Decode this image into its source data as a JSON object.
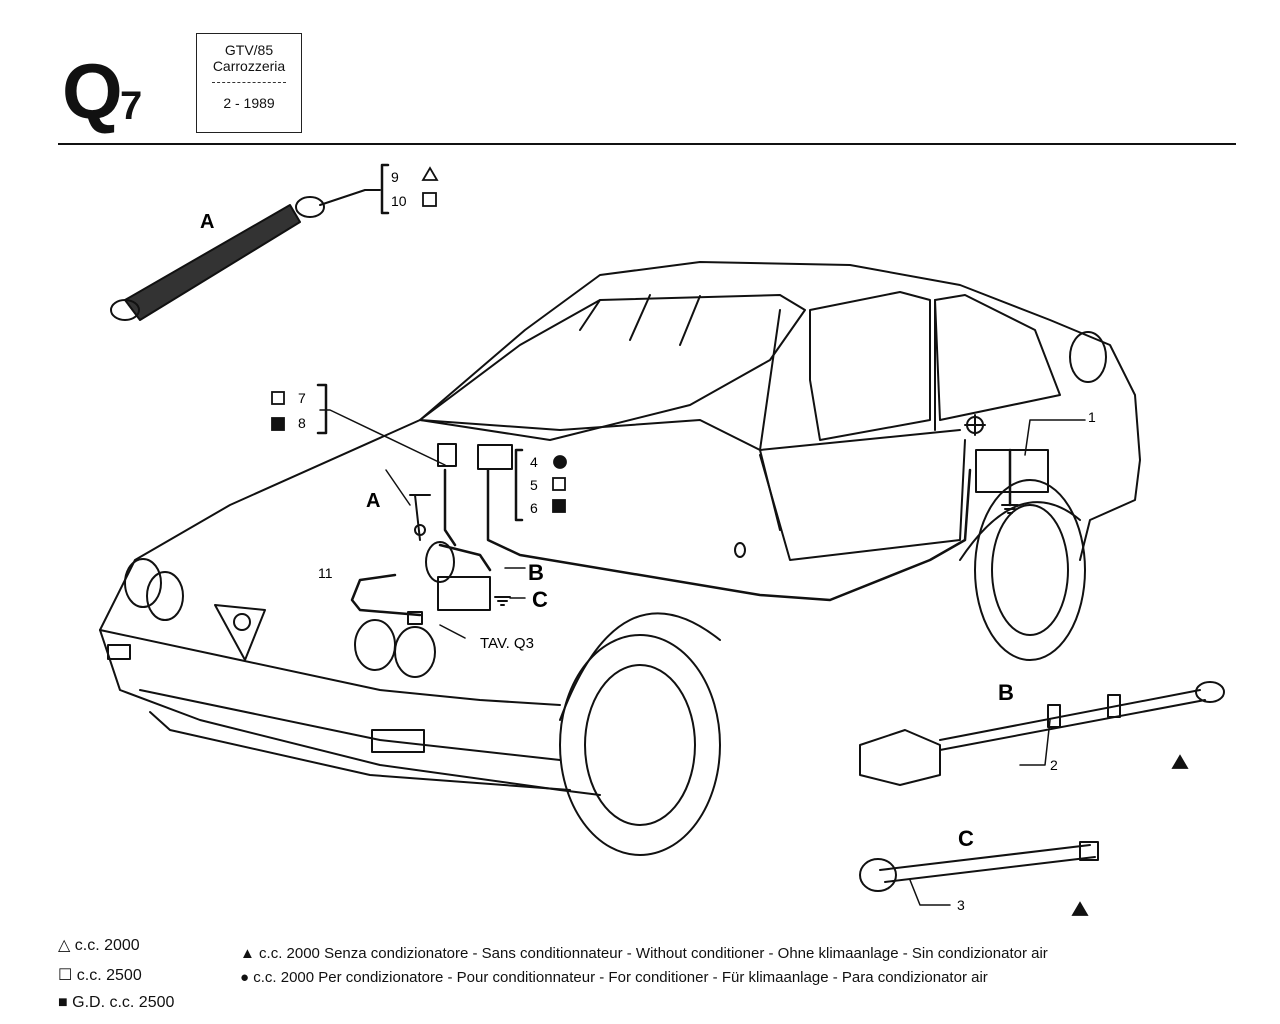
{
  "header": {
    "page_code": "Q",
    "page_code_sub": "7",
    "model": "GTV/85",
    "section": "Carrozzeria",
    "date": "2 - 1989"
  },
  "callouts": {
    "A_top": "A",
    "A_mid": "A",
    "B": "B",
    "C": "C",
    "B_detail": "B",
    "C_detail": "C",
    "tav": "TAV. Q3",
    "n1": "1",
    "n2": "2",
    "n3": "3",
    "n4": "4",
    "n5": "5",
    "n6": "6",
    "n7": "7",
    "n8": "8",
    "n9": "9",
    "n10": "10",
    "n11": "11"
  },
  "legend": {
    "left": [
      {
        "symbol": "triangle-outline-icon",
        "text": "c.c. 2000"
      },
      {
        "symbol": "square-outline-icon",
        "text": "c.c. 2500"
      },
      {
        "symbol": "square-filled-icon",
        "text": "G.D. c.c. 2500"
      }
    ],
    "right": [
      {
        "symbol": "triangle-filled-icon",
        "text": "c.c. 2000  Senza condizionatore - Sans conditionnateur - Without conditioner - Ohne klimaanlage - Sin condizionator air"
      },
      {
        "symbol": "circle-filled-icon",
        "text": "c.c. 2000  Per condizionatore - Pour conditionnateur - For conditioner - Für klimaanlage - Para condizionator air"
      }
    ]
  }
}
